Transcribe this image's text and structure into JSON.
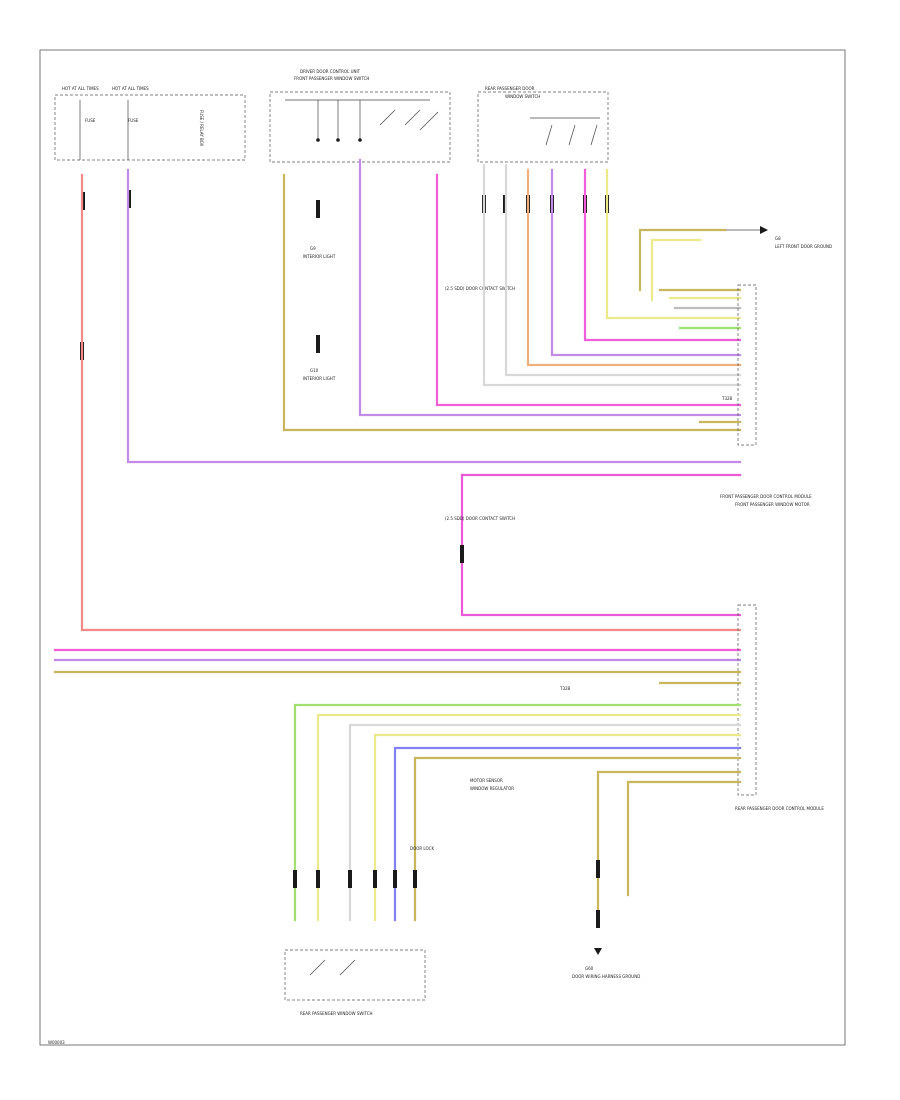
{
  "colors": {
    "red": "#f28a8a",
    "violet": "#c28be8",
    "pink": "#f05fd8",
    "magenta": "#ea5ad6",
    "tan": "#c9b65b",
    "yellow": "#ece98a",
    "orange": "#efb07d",
    "green": "#9fe070",
    "light_green": "#c6f2a7",
    "white": "#d8d8d8",
    "blue": "#8080ee",
    "grey": "#bdbdbd"
  },
  "labels": {
    "footer_code": "W00003",
    "fuse_a": "FUSE",
    "fuse_b": "FUSE",
    "hot_a": "HOT AT ALL TIMES",
    "hot_b": "HOT AT ALL TIMES",
    "fuse_box": "FUSE / RELAY BOX",
    "fp_switch_title": "DRIVER DOOR CONTROL UNIT",
    "fp_switch_sub": "FRONT PASSENGER WINDOW SWITCH",
    "rp_switch_title": "REAR PASSENGER DOOR",
    "rp_switch_sub": "WINDOW SWITCH",
    "ground_top": "G8",
    "ground_top_desc": "LEFT FRONT DOOR GROUND",
    "ground_mid": "G9",
    "ground_mid_desc": "INTERIOR LIGHT",
    "ground_low": "G10",
    "ground_low_desc": "INTERIOR LIGHT",
    "splice_a": "(2.5 SDD) DOOR CONTACT SWITCH",
    "splice_b": "(2.5 SDD) DOOR CONTACT SWITCH",
    "fp_module": "FRONT PASSENGER DOOR CONTROL MODULE",
    "fp_window_motor": "FRONT PASSENGER WINDOW MOTOR",
    "rear_module": "REAR PASSENGER DOOR CONTROL MODULE",
    "rear_switch": "REAR PASSENGER WINDOW SWITCH",
    "ground_bottom": "G60",
    "ground_bottom_desc": "DOOR WIRING HARNESS GROUND",
    "sensor_label": "MOTOR SENSOR",
    "window_regulator": "WINDOW REGULATOR",
    "door_lock_label": "DOOR LOCK",
    "connector_ref": "T32B"
  }
}
